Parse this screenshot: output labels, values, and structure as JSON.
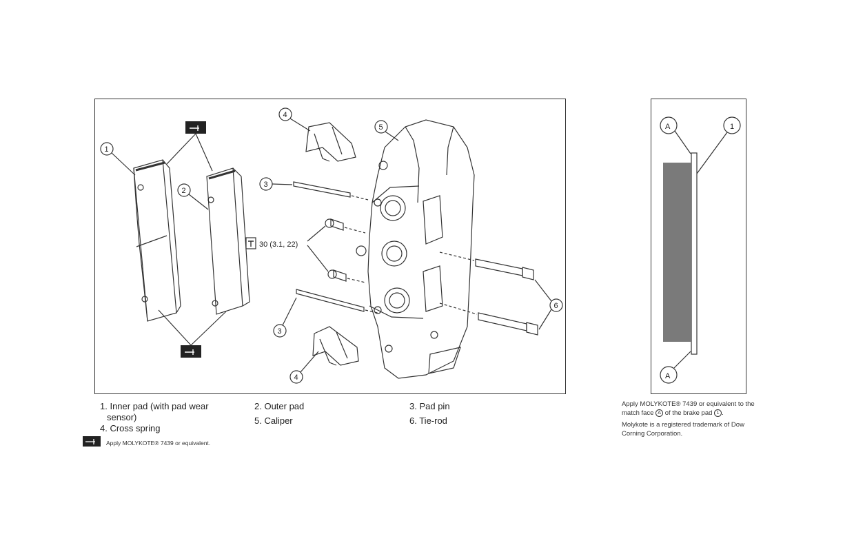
{
  "main_diagram": {
    "callouts": {
      "c1": "1",
      "c2": "2",
      "c3a": "3",
      "c3b": "3",
      "c4a": "4",
      "c4b": "4",
      "c5": "5",
      "c6": "6"
    },
    "torque": "30 (3.1, 22)",
    "grease_icon": "grease-applicator-icon",
    "torque_icon": "torque-wrench-icon"
  },
  "side_diagram": {
    "callouts": {
      "a_top": "A",
      "a_bottom": "A",
      "one": "1"
    }
  },
  "legend": {
    "item1_line1": "1. Inner pad (with pad wear",
    "item1_line2": "sensor)",
    "item2": "2. Outer pad",
    "item3": "3. Pad pin",
    "item4": "4. Cross spring",
    "item5": "5. Caliper",
    "item6": "6. Tie-rod",
    "grease_note": "Apply MOLYKOTE® 7439 or equivalent."
  },
  "side_note": {
    "line1": "Apply MOLYKOTE® 7439 or equivalent to the",
    "line2_pre": "match face",
    "line2_circle_a": "A",
    "line2_mid": "of the brake pad",
    "line2_circle_1": "1",
    "line2_post": ".",
    "line3": "Molykote is a registered trademark of Dow",
    "line4": "Corning Corporation."
  },
  "colors": {
    "line": "#333333",
    "friction": "#7a7a7a",
    "icon_bg": "#222222"
  }
}
